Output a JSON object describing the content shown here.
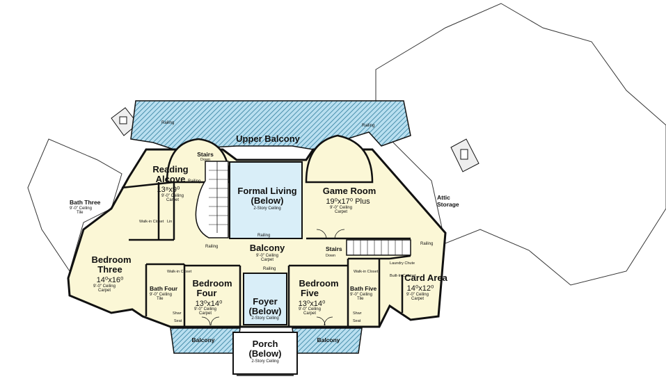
{
  "colors": {
    "cream": "#fbf7d6",
    "blue": "#d9eef8",
    "balcony": "#b9dff0",
    "hatch": "#2f7d9c",
    "wall": "#111111",
    "attic": "#ffffff"
  },
  "labels": {
    "upper_balcony": "Upper Balcony",
    "railing": "Railing",
    "stairs": "Stairs",
    "down": "Down",
    "reading_alcove": {
      "name1": "Reading",
      "name2": "Alcove",
      "dim": "13⁸x9⁰",
      "ceiling": "9'-0\" Ceiling",
      "floor": "Carpet"
    },
    "formal_living": {
      "name1": "Formal Living",
      "name2": "(Below)",
      "ceiling": "2-Story Ceiling"
    },
    "game_room": {
      "name": "Game Room",
      "dim": "19⁰x17⁰ Plus",
      "ceiling": "9'-0\" Ceiling",
      "floor": "Carpet"
    },
    "attic_storage": {
      "line1": "Attic",
      "line2": "Storage"
    },
    "bath_three": {
      "name": "Bath Three",
      "ceiling": "9'-0\" Ceiling",
      "floor": "Tile"
    },
    "walk_in_closet": "Walk-in Closet",
    "lin": "Lin",
    "balcony_hall": {
      "name": "Balcony",
      "ceiling": "9'-0\" Ceiling",
      "floor": "Carpet"
    },
    "bedroom_three": {
      "name1": "Bedroom",
      "name2": "Three",
      "dim": "14⁰x16⁰",
      "ceiling": "9'-0\" Ceiling",
      "floor": "Carpet"
    },
    "bath_four": {
      "name": "Bath Four",
      "ceiling": "9'-0\" Ceiling",
      "floor": "Tile"
    },
    "bedroom_four": {
      "name1": "Bedroom",
      "name2": "Four",
      "dim": "13⁰x14⁰",
      "ceiling": "9'-0\" Ceiling",
      "floor": "Carpet"
    },
    "foyer": {
      "name1": "Foyer",
      "name2": "(Below)",
      "ceiling": "2-Story Ceiling"
    },
    "bedroom_five": {
      "name1": "Bedroom",
      "name2": "Five",
      "dim": "13⁰x14⁰",
      "ceiling": "9'-0\" Ceiling",
      "floor": "Carpet"
    },
    "bath_five": {
      "name": "Bath Five",
      "ceiling": "9'-0\" Ceiling",
      "floor": "Tile"
    },
    "laundry_chute": "Laundry Chute",
    "built_in_cabinet": "Built-In Cabinet",
    "card_area": {
      "name": "Card Area",
      "dim": "14⁰x12⁰",
      "ceiling": "9'-0\" Ceiling",
      "floor": "Carpet"
    },
    "shwr": "Shwr",
    "seat": "Seat",
    "balcony_small": "Balcony",
    "porch": {
      "name1": "Porch",
      "name2": "(Below)",
      "ceiling": "2-Story Ceiling"
    }
  }
}
